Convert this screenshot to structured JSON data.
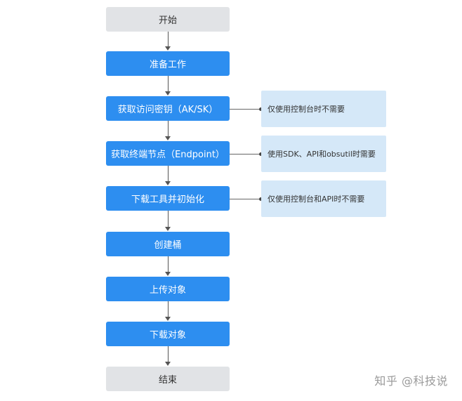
{
  "steps": [
    {
      "label": "开始"
    },
    {
      "label": "准备工作"
    },
    {
      "label": "获取访问密钥（AK/SK）"
    },
    {
      "label": "获取终端节点（Endpoint）"
    },
    {
      "label": "下载工具并初始化"
    },
    {
      "label": "创建桶"
    },
    {
      "label": "上传对象"
    },
    {
      "label": "下载对象"
    },
    {
      "label": "结束"
    }
  ],
  "notes": [
    {
      "text": "仅使用控制台时不需要"
    },
    {
      "text": "使用SDK、API和obsutil时需要"
    },
    {
      "text": "仅使用控制台和API时不需要"
    }
  ],
  "watermark": "知乎 @科技说",
  "colors": {
    "step_blue": "#2d8ef0",
    "step_gray": "#e1e3e6",
    "note_bg": "#d5e8f8"
  }
}
